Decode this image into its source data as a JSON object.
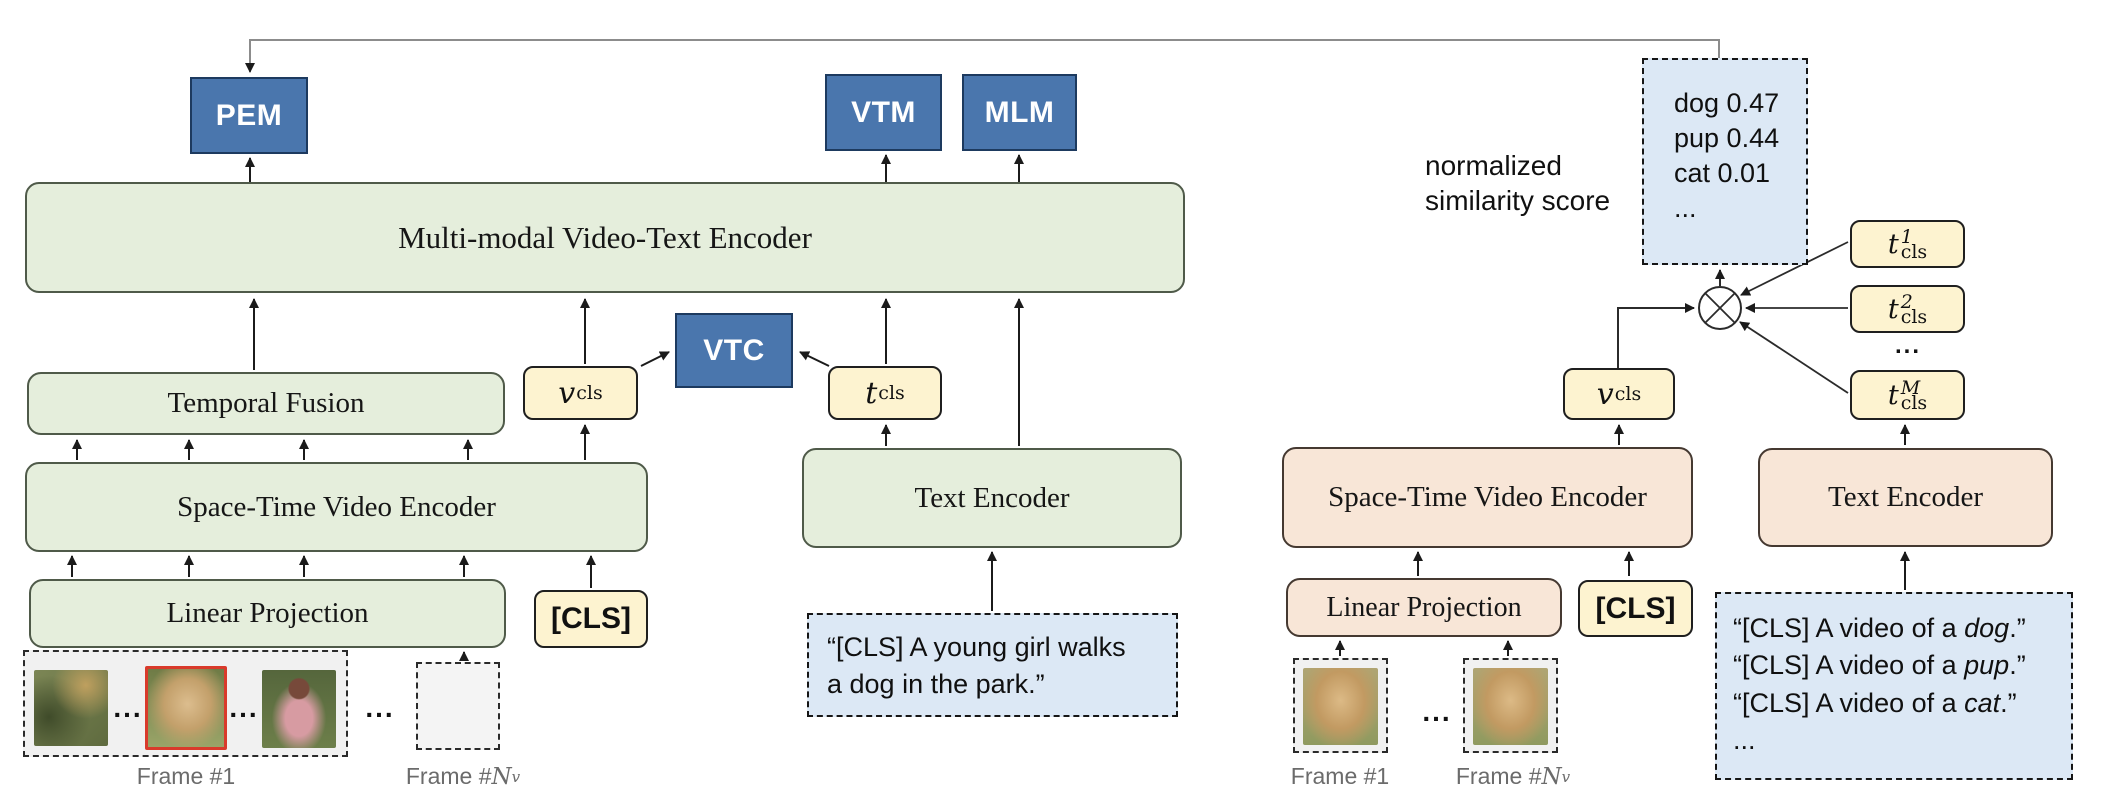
{
  "heads": {
    "pem": "PEM",
    "vtm": "VTM",
    "mlm": "MLM",
    "vtc": "VTC"
  },
  "shared": {
    "dots": "...",
    "space_time_label": "Space-Time Video Encoder",
    "linear_projection_label": "Linear Projection",
    "text_encoder_label": "Text Encoder",
    "cls_token": "[CLS]",
    "frame1_label": "Frame #1",
    "frameN_prefix": "Frame #",
    "frameN_base": "N",
    "frameN_sub": "v"
  },
  "pretrain": {
    "mmvte_label": "Multi-modal Video-Text Encoder",
    "temporal_fusion_label": "Temporal Fusion",
    "quote_line1": "“[CLS] A young girl walks",
    "quote_line2": "a dog in the park.”"
  },
  "inference": {
    "sim_label_line1": "normalized",
    "sim_label_line2": "similarity score",
    "sim_items": [
      "dog 0.47",
      "pup 0.44",
      "cat 0.01",
      "..."
    ],
    "text_lines": [
      {
        "prefix": "“[CLS] A video of a ",
        "word": "dog",
        "suffix": ".”"
      },
      {
        "prefix": "“[CLS] A video of a ",
        "word": "pup",
        "suffix": ".”"
      },
      {
        "prefix": "“[CLS] A video of a ",
        "word": "cat",
        "suffix": ".”"
      },
      {
        "prefix": "...",
        "word": "",
        "suffix": ""
      }
    ]
  },
  "tokens": {
    "v_cls": {
      "base": "v",
      "sub": "cls"
    },
    "t_cls": {
      "base": "t",
      "sub": "cls"
    },
    "t_cls_1": {
      "base": "t",
      "sub": "cls",
      "sup": "1"
    },
    "t_cls_2": {
      "base": "t",
      "sub": "cls",
      "sup": "2"
    },
    "t_cls_M": {
      "base": "t",
      "sub": "cls",
      "sup": "M"
    }
  },
  "colors": {
    "head_blue": "#4a76ad",
    "encoder_green": "#e5eedc",
    "encoder_peach": "#f8e6d7",
    "token_yellow": "#fdf3d0",
    "note_blue": "#dce8f5",
    "highlight_red": "#d93a2b"
  }
}
